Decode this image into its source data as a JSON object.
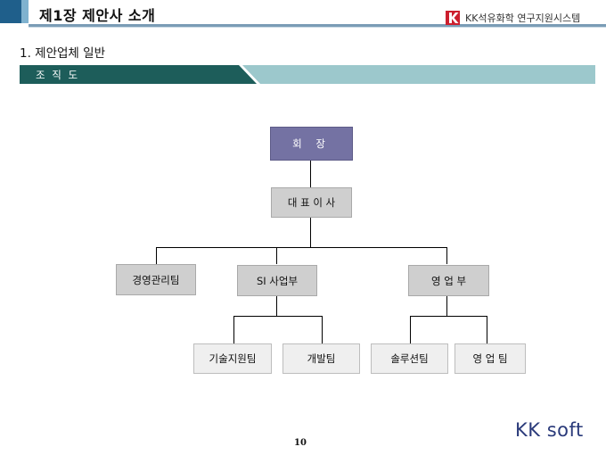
{
  "header": {
    "title": "제1장 제안사 소개",
    "brand_text": "KK석유화학 연구지원시스템",
    "brand_logo_icon": "k-logo-icon",
    "brand_color": "#cc1f2e",
    "accent_dark": "#1f5f8b",
    "accent_light": "#7fb2cf"
  },
  "section": {
    "heading": "1. 제안업체 일반",
    "ribbon_label": "조 직 도",
    "ribbon_dark": "#1d5d5a",
    "ribbon_light": "#9cc8cc"
  },
  "org_chart": {
    "chairman": "회   장",
    "ceo": "대 표 이 사",
    "management_team": "경영관리팀",
    "si_division": "SI 사업부",
    "sales_division": "영 업 부",
    "tech_support_team": "기술지원팀",
    "development_team": "개발팀",
    "solution_team": "솔루션팀",
    "sales_team": "영 업  팀"
  },
  "footer": {
    "page_number": "10",
    "company": "KK soft"
  }
}
